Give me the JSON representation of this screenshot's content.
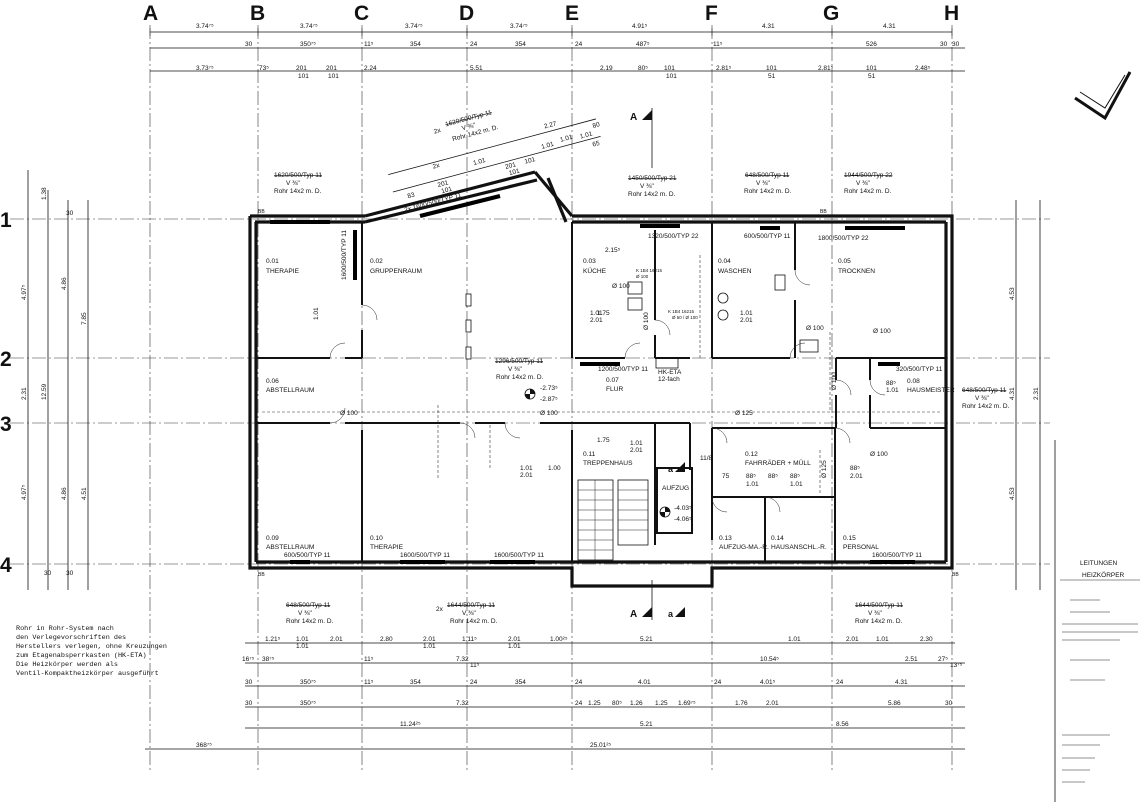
{
  "axes": {
    "columns": [
      "A",
      "B",
      "C",
      "D",
      "E",
      "F",
      "G",
      "H"
    ],
    "rows": [
      "1",
      "2",
      "3",
      "4"
    ]
  },
  "top_dims": {
    "row1": [
      "3.74⁷⁵",
      "3.74⁷⁵",
      "3.74⁷⁵",
      "3.74⁷⁵",
      "4.91⁵",
      "4.31",
      "4.31"
    ],
    "row2": [
      "30",
      "350⁷⁵",
      "11⁵",
      "354",
      "24",
      "354",
      "24",
      "487⁵",
      "11⁵",
      "30",
      "526",
      "30"
    ],
    "row3": [
      "3.73⁷⁵",
      "73⁵",
      "201",
      "201",
      "2.24",
      "5.51",
      "2.19",
      "80⁵",
      "101",
      "2.81⁵",
      "101",
      "2.81⁵",
      "101",
      "2.48⁵"
    ],
    "row3_sub": [
      "101",
      "101",
      "101",
      "51",
      "51"
    ]
  },
  "angled_dims": [
    "2.27",
    "1.01",
    "2x",
    "1.01",
    "101",
    "201",
    "101",
    "201",
    "101",
    "83",
    "1.01",
    "1.01",
    "65",
    "80"
  ],
  "radiator_labels": [
    {
      "crossed": "1620/500/Typ 11",
      "vs": "V ⅜\"",
      "pipe": "Rohr 14x2 m. D."
    },
    {
      "crossed": "1620/500/Typ 11",
      "mult": "2x",
      "vs": "V ⅜\"",
      "pipe": "Rohr 14x2 m. D."
    },
    {
      "crossed": "1450/500/Typ 21",
      "vs": "V ⅜\"",
      "pipe": "Rohr 14x2 m. D."
    },
    {
      "crossed": "648/500/Typ 11",
      "vs": "V ⅜\"",
      "pipe": "Rohr 14x2 m. D."
    },
    {
      "crossed": "1944/500/Typ 22",
      "vs": "V ⅜\"",
      "pipe": "Rohr 14x2 m. D."
    },
    {
      "crossed": "1296/500/Typ 11",
      "vs": "V ⅜\"",
      "pipe": "Rohr 14x2 m. D."
    },
    {
      "crossed": "648/500/Typ 11",
      "vs": "V ⅜\"",
      "pipe": "Rohr 14x2 m. D."
    },
    {
      "crossed": "648/500/Typ 11",
      "vs": "V ⅜\"",
      "pipe": "Rohr 14x2 m. D."
    },
    {
      "crossed": "1644/500/Typ 11",
      "mult": "2x",
      "vs": "V ⅜\"",
      "pipe": "Rohr 14x2 m. D."
    },
    {
      "crossed": "1644/500/Typ 11",
      "vs": "V ⅜\"",
      "pipe": "Rohr 14x2 m. D."
    }
  ],
  "radiator_specs": [
    "1600/500/TYP 11",
    "2x 1600/500/TYP 11",
    "1320/500/TYP 22",
    "600/500/TYP 11",
    "1800/500/TYP 22",
    "1200/500/TYP 11",
    "320/500/TYP 11",
    "600/500/TYP 11",
    "1600/500/TYP 11",
    "1600/500/TYP 11",
    "1600/500/TYP 11"
  ],
  "rooms": [
    {
      "num": "0.01",
      "name": "THERAPIE"
    },
    {
      "num": "0.02",
      "name": "GRUPPENRAUM"
    },
    {
      "num": "0.03",
      "name": "KÜCHE"
    },
    {
      "num": "0.04",
      "name": "WASCHEN"
    },
    {
      "num": "0.05",
      "name": "TROCKNEN"
    },
    {
      "num": "0.06",
      "name": "ABSTELLRAUM"
    },
    {
      "num": "0.07",
      "name": "FLUR"
    },
    {
      "num": "0.08",
      "name": "HAUSMEISTER"
    },
    {
      "num": "0.09",
      "name": "ABSTELLRAUM"
    },
    {
      "num": "0.10",
      "name": "THERAPIE"
    },
    {
      "num": "0.11",
      "name": "TREPPENHAUS"
    },
    {
      "num": "0.12",
      "name": "FAHRRÄDER + MÜLL"
    },
    {
      "num": "0.13",
      "name": "AUFZUG-MA.-R."
    },
    {
      "num": "0.14",
      "name": "HAUSANSCHL.-R."
    },
    {
      "num": "0.15",
      "name": "PERSONAL"
    }
  ],
  "aufzug": "AUFZUG",
  "levels": {
    "flur_a": "-2.73⁵",
    "flur_b": "-2.87⁵",
    "aufzug_a": "-4.03⁵",
    "aufzug_b": "-4.06⁵"
  },
  "section_marks": [
    "A",
    "A",
    "a",
    "a"
  ],
  "pipe_labels": [
    "Ø 100",
    "Ø 100",
    "Ø 125",
    "Ø 100",
    "Ø 125",
    "Ø 100",
    "Ø 100",
    "Ø 100",
    "Ø 100",
    "Ø 100"
  ],
  "hk_eta": "HK-ETA",
  "hk_eta_sub": "12-fach",
  "kitchen_labels": [
    "K 1B4 16215",
    "Ø 100",
    "K 1B4 16215",
    "Ø 50 / Ø 100"
  ],
  "misc_dims": [
    "1.75",
    "1.01",
    "2.01",
    "2.15⁵",
    "1.01",
    "2.01",
    "1.01",
    "2.01",
    "1.01",
    "1.01",
    "1.00",
    "2.01",
    "1.75",
    "11/8",
    "88⁵",
    "1.01",
    "88⁵",
    "88⁵",
    "1.01",
    "88⁵",
    "75",
    "2.01",
    "88⁵",
    "1.01"
  ],
  "left_dims": [
    "1.38",
    "4.97⁵",
    "4.86",
    "7.85",
    "2.31",
    "12.59",
    "4.97⁵",
    "4.86",
    "4.51",
    "30",
    "30",
    "30"
  ],
  "right_dims": [
    "4.53",
    "2.31",
    "4.31",
    "4.53"
  ],
  "bottom_dims": {
    "r1": [
      "1.21⁵",
      "1.01",
      "2.01",
      "1.01",
      "2.80",
      "2.01",
      "1.01",
      "1.11⁵",
      "2.01",
      "1.01",
      "1.00²⁵",
      "5.21",
      "1.01",
      "2.01",
      "1.01",
      "2.30"
    ],
    "r2": [
      "16⁷⁵",
      "38⁷⁵",
      "11⁵",
      "7.32",
      "11⁵",
      "10.54⁵",
      "2.51",
      "27⁵",
      "13⁷⁵"
    ],
    "r3": [
      "30",
      "350⁷⁵",
      "11⁵",
      "354",
      "24",
      "354",
      "24",
      "4.01",
      "24",
      "4.01⁵",
      "24",
      "4.31"
    ],
    "r4": [
      "30",
      "350⁷⁵",
      "7.32",
      "24",
      "1.25",
      "80⁵",
      "1.26",
      "1.25",
      "1.69⁷⁵",
      "1.76",
      "2.01",
      "5.86",
      "30"
    ],
    "r5": [
      "11.24²⁵",
      "5.21",
      "8.56"
    ],
    "r6": [
      "368⁷⁵",
      "25.01²⁵"
    ]
  },
  "notes": [
    "Rohr in Rohr-System nach",
    "den Verlegevorschriften des",
    "Herstellers verlegen, ohne Kreuzungen",
    "zum Etagenabsperrkasten (HK-ETA)",
    "Die Heizkörper werden als",
    "Ventil-Kompaktheizkörper ausgeführt"
  ],
  "legend": [
    "LEITUNGEN",
    "HEIZKÖRPER"
  ],
  "stamp": "✓"
}
